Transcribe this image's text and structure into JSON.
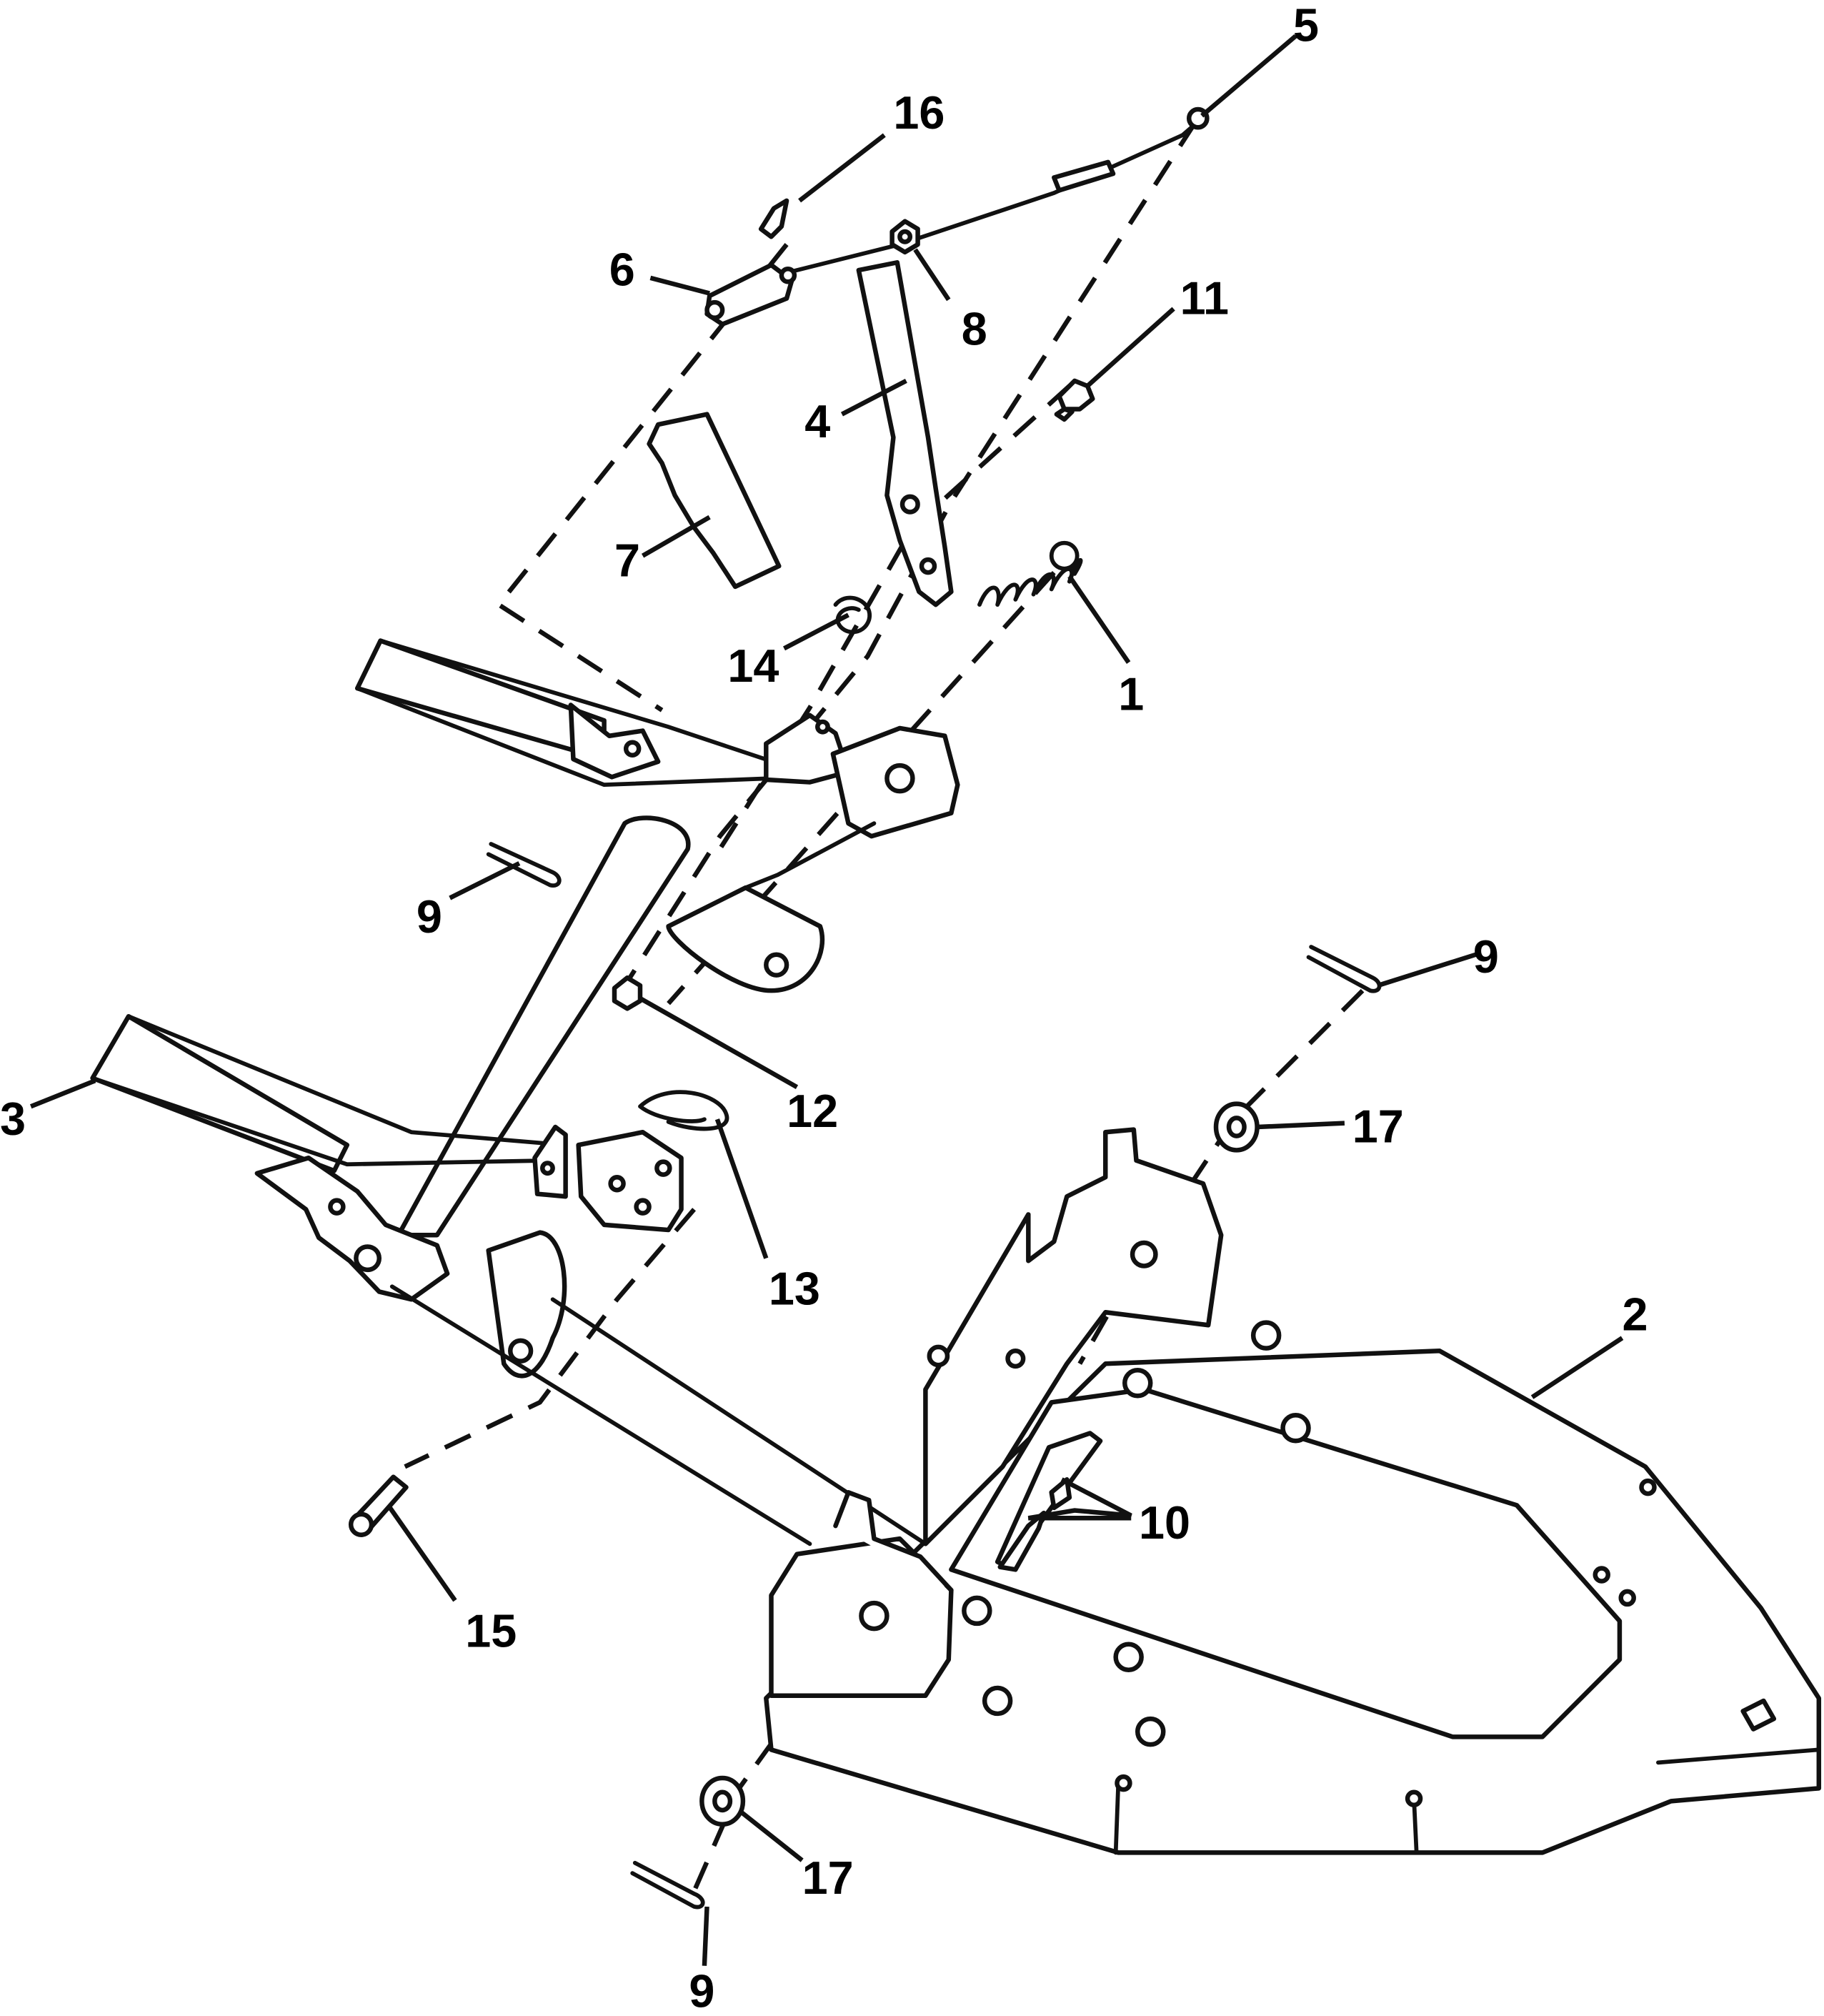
{
  "diagram": {
    "type": "exploded parts view",
    "callouts": [
      {
        "id": "c1",
        "label": "1",
        "part": "spring"
      },
      {
        "id": "c2",
        "label": "2",
        "part": "deck-plate"
      },
      {
        "id": "c3",
        "label": "3",
        "part": "lift-frame"
      },
      {
        "id": "c4",
        "label": "4",
        "part": "lever"
      },
      {
        "id": "c5",
        "label": "5",
        "part": "rod"
      },
      {
        "id": "c6",
        "label": "6",
        "part": "clevis"
      },
      {
        "id": "c7",
        "label": "7",
        "part": "grip"
      },
      {
        "id": "c8",
        "label": "8",
        "part": "nut"
      },
      {
        "id": "c9a",
        "label": "9",
        "part": "cotter-pin"
      },
      {
        "id": "c9b",
        "label": "9",
        "part": "cotter-pin"
      },
      {
        "id": "c9c",
        "label": "9",
        "part": "cotter-pin"
      },
      {
        "id": "c10",
        "label": "10",
        "part": "pins"
      },
      {
        "id": "c11",
        "label": "11",
        "part": "bolt"
      },
      {
        "id": "c12",
        "label": "12",
        "part": "nut"
      },
      {
        "id": "c13",
        "label": "13",
        "part": "hair-pin"
      },
      {
        "id": "c14",
        "label": "14",
        "part": "hair-pin"
      },
      {
        "id": "c15",
        "label": "15",
        "part": "pin"
      },
      {
        "id": "c16",
        "label": "16",
        "part": "pin"
      },
      {
        "id": "c17a",
        "label": "17",
        "part": "washer"
      },
      {
        "id": "c17b",
        "label": "17",
        "part": "washer"
      }
    ]
  }
}
